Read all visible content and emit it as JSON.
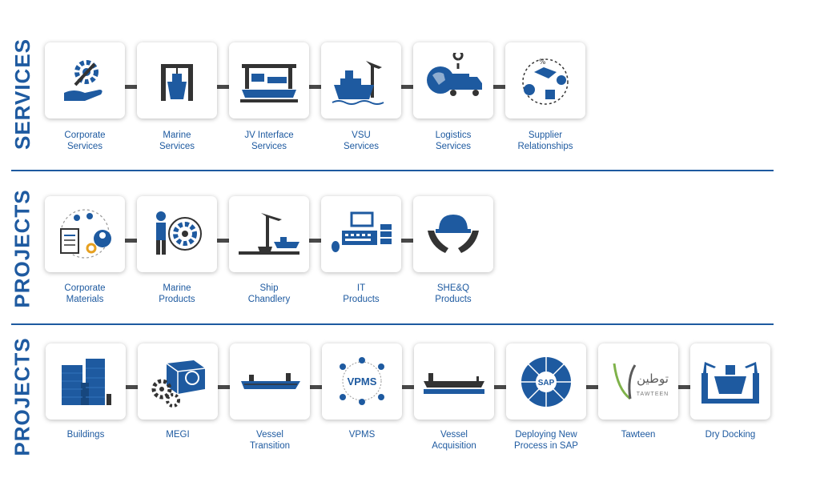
{
  "colors": {
    "brand": "#1e5aa0",
    "divider": "#1e5aa0",
    "connector": "#4a4a4a",
    "text": "#1e5aa0"
  },
  "sections": [
    {
      "label": "SERVICES",
      "items": [
        {
          "line1": "Corporate",
          "line2": "Services",
          "icon": "hand-gear-icon"
        },
        {
          "line1": "Marine",
          "line2": "Services",
          "icon": "crane-ship-icon"
        },
        {
          "line1": "JV Interface",
          "line2": "Services",
          "icon": "port-terminal-icon"
        },
        {
          "line1": "VSU",
          "line2": "Services",
          "icon": "ship-crane-icon"
        },
        {
          "line1": "Logistics",
          "line2": "Services",
          "icon": "truck-globe-icon"
        },
        {
          "line1": "Supplier",
          "line2": "Relationships",
          "icon": "supplier-cycle-icon"
        }
      ]
    },
    {
      "label": "PROJECTS",
      "items": [
        {
          "line1": "Corporate",
          "line2": "Materials",
          "icon": "documents-people-icon"
        },
        {
          "line1": "Marine",
          "line2": "Products",
          "icon": "worker-gear-icon"
        },
        {
          "line1": "Ship",
          "line2": "Chandlery",
          "icon": "dock-crane-icon"
        },
        {
          "line1": "IT",
          "line2": "Products",
          "icon": "computer-server-icon"
        },
        {
          "line1": "SHE&Q",
          "line2": "Products",
          "icon": "helmet-hands-icon"
        }
      ]
    },
    {
      "label": "PROJECTS",
      "items": [
        {
          "line1": "",
          "line2": "Buildings",
          "icon": "buildings-icon"
        },
        {
          "line1": "",
          "line2": "MEGI",
          "icon": "engine-gears-icon"
        },
        {
          "line1": "Vessel",
          "line2": "Transition",
          "icon": "tanker-icon"
        },
        {
          "line1": "",
          "line2": "VPMS",
          "icon": "vpms-network-icon",
          "icon_text": "VPMS"
        },
        {
          "line1": "Vessel",
          "line2": "Acquisition",
          "icon": "tanker-sea-icon"
        },
        {
          "line1": "Deploying New",
          "line2": "Process in SAP",
          "icon": "sap-wheel-icon",
          "icon_text": "SAP"
        },
        {
          "line1": "",
          "line2": "Tawteen",
          "icon": "tawteen-logo-icon",
          "icon_text": "توطين",
          "icon_subtext": "TAWTEEN"
        },
        {
          "line1": "",
          "line2": "Dry Docking",
          "icon": "drydock-icon"
        }
      ]
    }
  ]
}
